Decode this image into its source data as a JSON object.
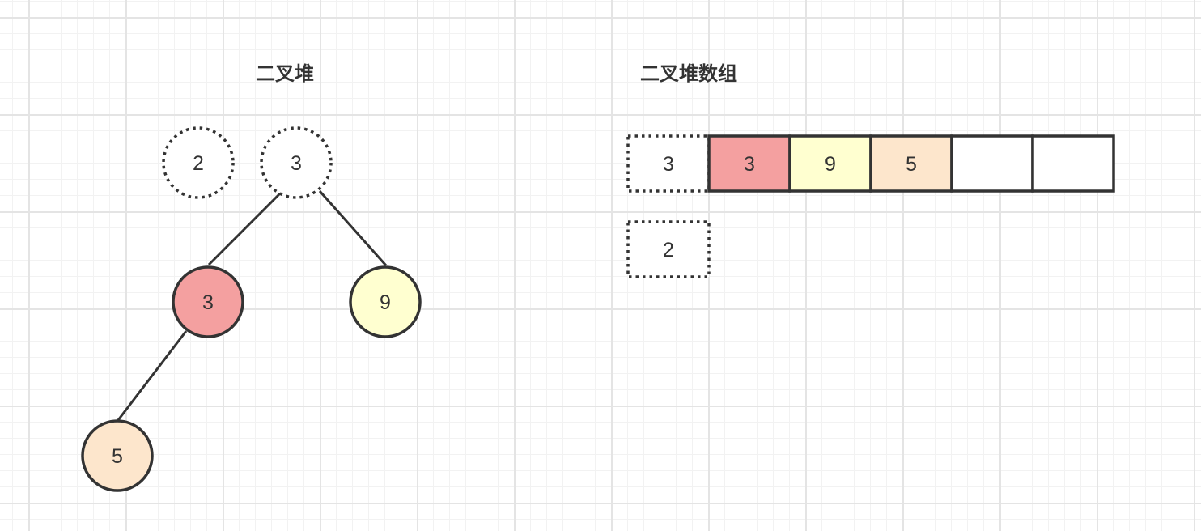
{
  "tree": {
    "title": "二叉堆",
    "nodes": [
      {
        "id": "n-temp-2",
        "value": "2",
        "style": "dashed",
        "fill": "#ffffff"
      },
      {
        "id": "n-temp-3",
        "value": "3",
        "style": "dashed",
        "fill": "#ffffff"
      },
      {
        "id": "n-left-3",
        "value": "3",
        "style": "solid",
        "fill": "#f4a0a0"
      },
      {
        "id": "n-right-9",
        "value": "9",
        "style": "solid",
        "fill": "#ffffd0"
      },
      {
        "id": "n-leaf-5",
        "value": "5",
        "style": "solid",
        "fill": "#fde6cc"
      }
    ]
  },
  "array": {
    "title": "二叉堆数组",
    "cells": [
      {
        "value": "3",
        "style": "dashed",
        "fill": "#ffffff"
      },
      {
        "value": "3",
        "style": "solid",
        "fill": "#f4a0a0"
      },
      {
        "value": "9",
        "style": "solid",
        "fill": "#ffffd0"
      },
      {
        "value": "5",
        "style": "solid",
        "fill": "#fde6cc"
      },
      {
        "value": "",
        "style": "solid",
        "fill": "#ffffff"
      },
      {
        "value": "",
        "style": "solid",
        "fill": "#ffffff"
      }
    ],
    "extra": {
      "value": "2",
      "style": "dashed",
      "fill": "#ffffff"
    }
  },
  "colors": {
    "stroke": "#333333",
    "red": "#f4a0a0",
    "yellow": "#ffffd0",
    "orange": "#fde6cc"
  }
}
